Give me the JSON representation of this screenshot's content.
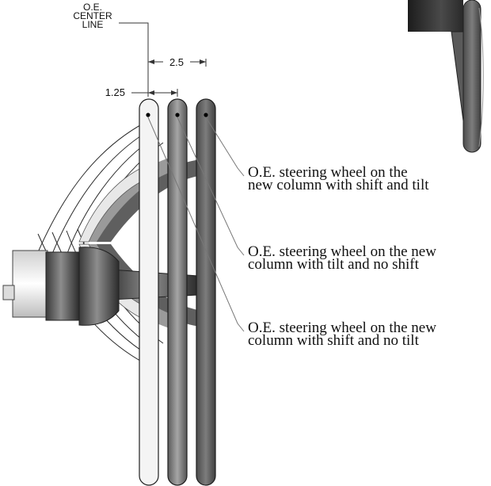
{
  "center_line_label": [
    "O.E.",
    "CENTER",
    "LINE"
  ],
  "dimensions": {
    "offset_1": "1.25",
    "offset_2": "2.5"
  },
  "callouts": [
    {
      "id": "shift-and-tilt",
      "lines": [
        "O.E. steering wheel on the",
        "new column with shift and tilt"
      ]
    },
    {
      "id": "tilt-no-shift",
      "lines": [
        "O.E. steering wheel on the new",
        "column with tilt and no shift"
      ]
    },
    {
      "id": "shift-no-tilt",
      "lines": [
        "O.E. steering wheel on the new",
        "column with shift and no tilt"
      ]
    }
  ],
  "colors": {
    "wheel_front": "#f2f2f2",
    "wheel_mid": "#8a8a8a",
    "wheel_back": "#6c6c6c",
    "outline": "#222222"
  }
}
